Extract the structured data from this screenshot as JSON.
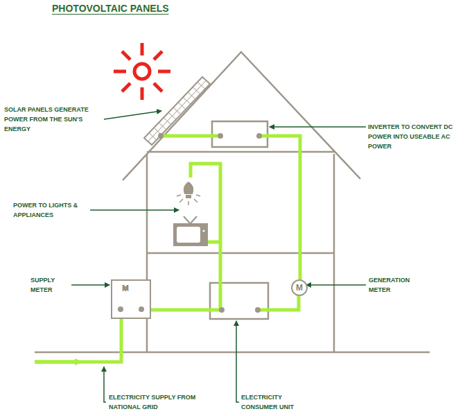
{
  "diagram": {
    "title": "PHOTOVOLTAIC PANELS",
    "nodes": [
      {
        "text": [
          "M"
        ]
      },
      {
        "text": [
          "M"
        ]
      }
    ],
    "labels": [
      "SOLAR PANELS GENERATE POWER FROM THE SUN'S ENERGY",
      "INVERTER TO CONVERT DC POWER INTO USEABLE AC POWER",
      "POWER TO LIGHTS & APPLIANCES",
      "SUPPLY METER",
      "GENERATION METER",
      "ELECTRICITY SUPPLY FROM NATIONAL GRID",
      "ELECTRICITY CONSUMER UNIT"
    ]
  }
}
